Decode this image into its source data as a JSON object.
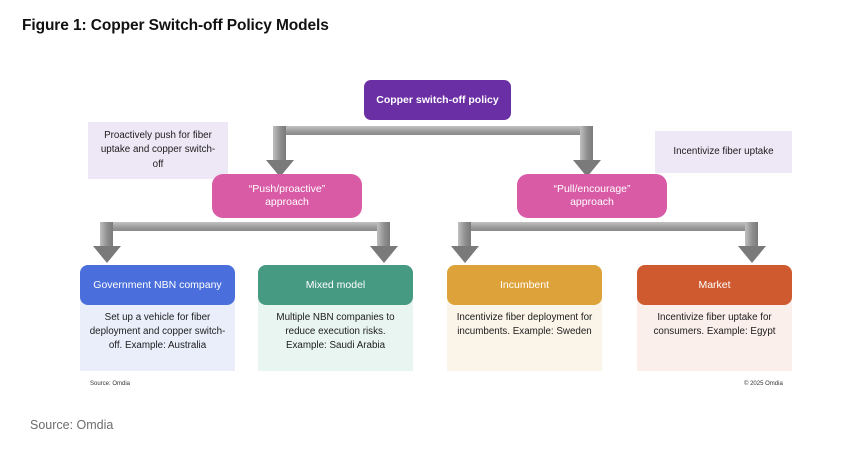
{
  "figure": {
    "title": "Figure 1: Copper Switch-off Policy Models",
    "source_note": "Source: Omdia",
    "inline_source": "Source: Omdia",
    "copyright": "© 2025 Omdia"
  },
  "colors": {
    "root": "#6b2fa5",
    "approach": "#d95ba6",
    "annotation_bg": "#eee8f6",
    "government": "#4a6fdc",
    "mixed": "#479a82",
    "incumbent": "#ddа33a",
    "market": "#cf5a2f",
    "connector": "#8d8d8d",
    "title": "#111111",
    "source_text": "#6d6d6d"
  },
  "diagram": {
    "root": {
      "label": "Copper switch-off policy"
    },
    "approaches": [
      {
        "key": "push",
        "label": "“Push/proactive”\napproach",
        "line1": "“Push/proactive”",
        "line2": "approach"
      },
      {
        "key": "pull",
        "label": "“Pull/encourage”\napproach",
        "line1": "“Pull/encourage”",
        "line2": "approach"
      }
    ],
    "annotations": [
      {
        "key": "left",
        "text": "Proactively push for fiber uptake and copper switch-off"
      },
      {
        "key": "right",
        "text": "Incentivize fiber uptake"
      }
    ],
    "models": [
      {
        "key": "government",
        "title": "Government NBN company",
        "body": "Set up a vehicle for fiber deployment and copper switch-off. Example: Australia",
        "example": "Australia",
        "header_color": "#4a6fdc",
        "body_color": "#eaeefb"
      },
      {
        "key": "mixed",
        "title": "Mixed model",
        "body": "Multiple NBN companies to reduce execution risks. Example: Saudi Arabia",
        "example": "Saudi Arabia",
        "header_color": "#479a82",
        "body_color": "#e9f5f1"
      },
      {
        "key": "incumbent",
        "title": "Incumbent",
        "body": "Incentivize fiber deployment for incumbents. Example: Sweden",
        "example": "Sweden",
        "header_color": "#dda33a",
        "body_color": "#fbf5e9"
      },
      {
        "key": "market",
        "title": "Market",
        "body": "Incentivize fiber uptake for consumers. Example: Egypt",
        "example": "Egypt",
        "header_color": "#cf5a2f",
        "body_color": "#fbefeb"
      }
    ]
  }
}
